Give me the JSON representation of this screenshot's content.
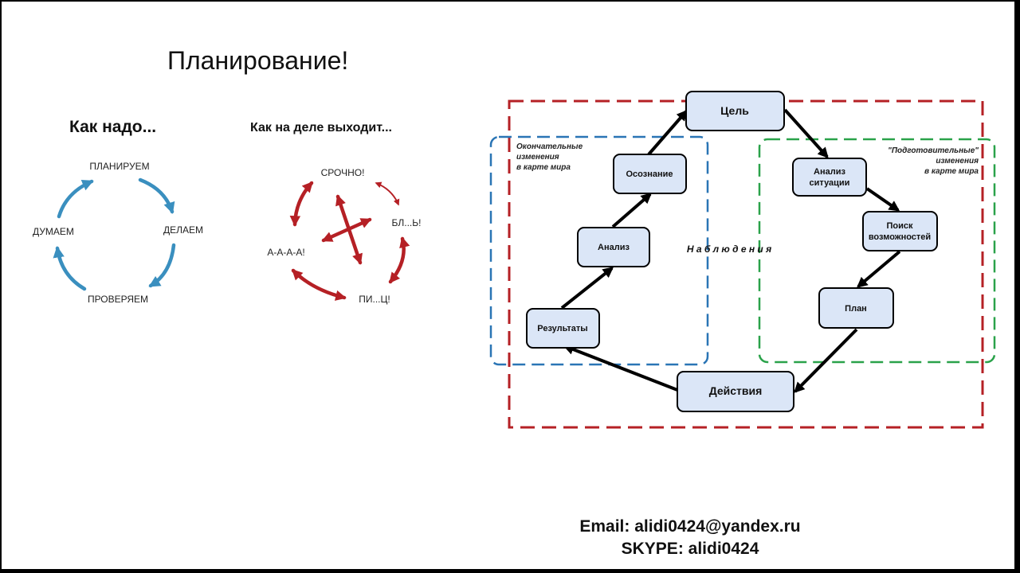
{
  "slide": {
    "title": "Планирование!",
    "left_header": "Как надо...",
    "right_header": "Как на деле выходит..."
  },
  "ideal_cycle": {
    "nodes": [
      "ПЛАНИРУЕМ",
      "ДЕЛАЕМ",
      "ПРОВЕРЯЕМ",
      "ДУМАЕМ"
    ],
    "arrow_color": "#3a8fbf"
  },
  "chaos_cycle": {
    "nodes": [
      "СРОЧНО!",
      "БЛ...Ь!",
      "ПИ...Ц!",
      "А-А-А-А!"
    ],
    "arrow_color": "#b52025"
  },
  "flow": {
    "nodes": {
      "goal": "Цель",
      "analysis_situation": [
        "Анализ",
        "ситуации"
      ],
      "search": [
        "Поиск",
        "возможностей"
      ],
      "plan": "План",
      "actions": "Действия",
      "results": "Результаты",
      "analysis": "Анализ",
      "awareness": "Осознание"
    },
    "observations_label": "Н а б л ю д е н и я",
    "final_changes": [
      "Окончательные",
      "изменения",
      "в карте мира"
    ],
    "prep_changes": [
      "\"Подготовительные\"",
      "изменения",
      "в карте мира"
    ],
    "colors": {
      "node_fill": "#dbe6f7",
      "red_dash": "#b52025",
      "blue_dash": "#2a75b5",
      "green_dash": "#2aa24a"
    }
  },
  "contact": {
    "email": "Email: alidi0424@yandex.ru",
    "skype": "SKYPE: alidi0424"
  }
}
